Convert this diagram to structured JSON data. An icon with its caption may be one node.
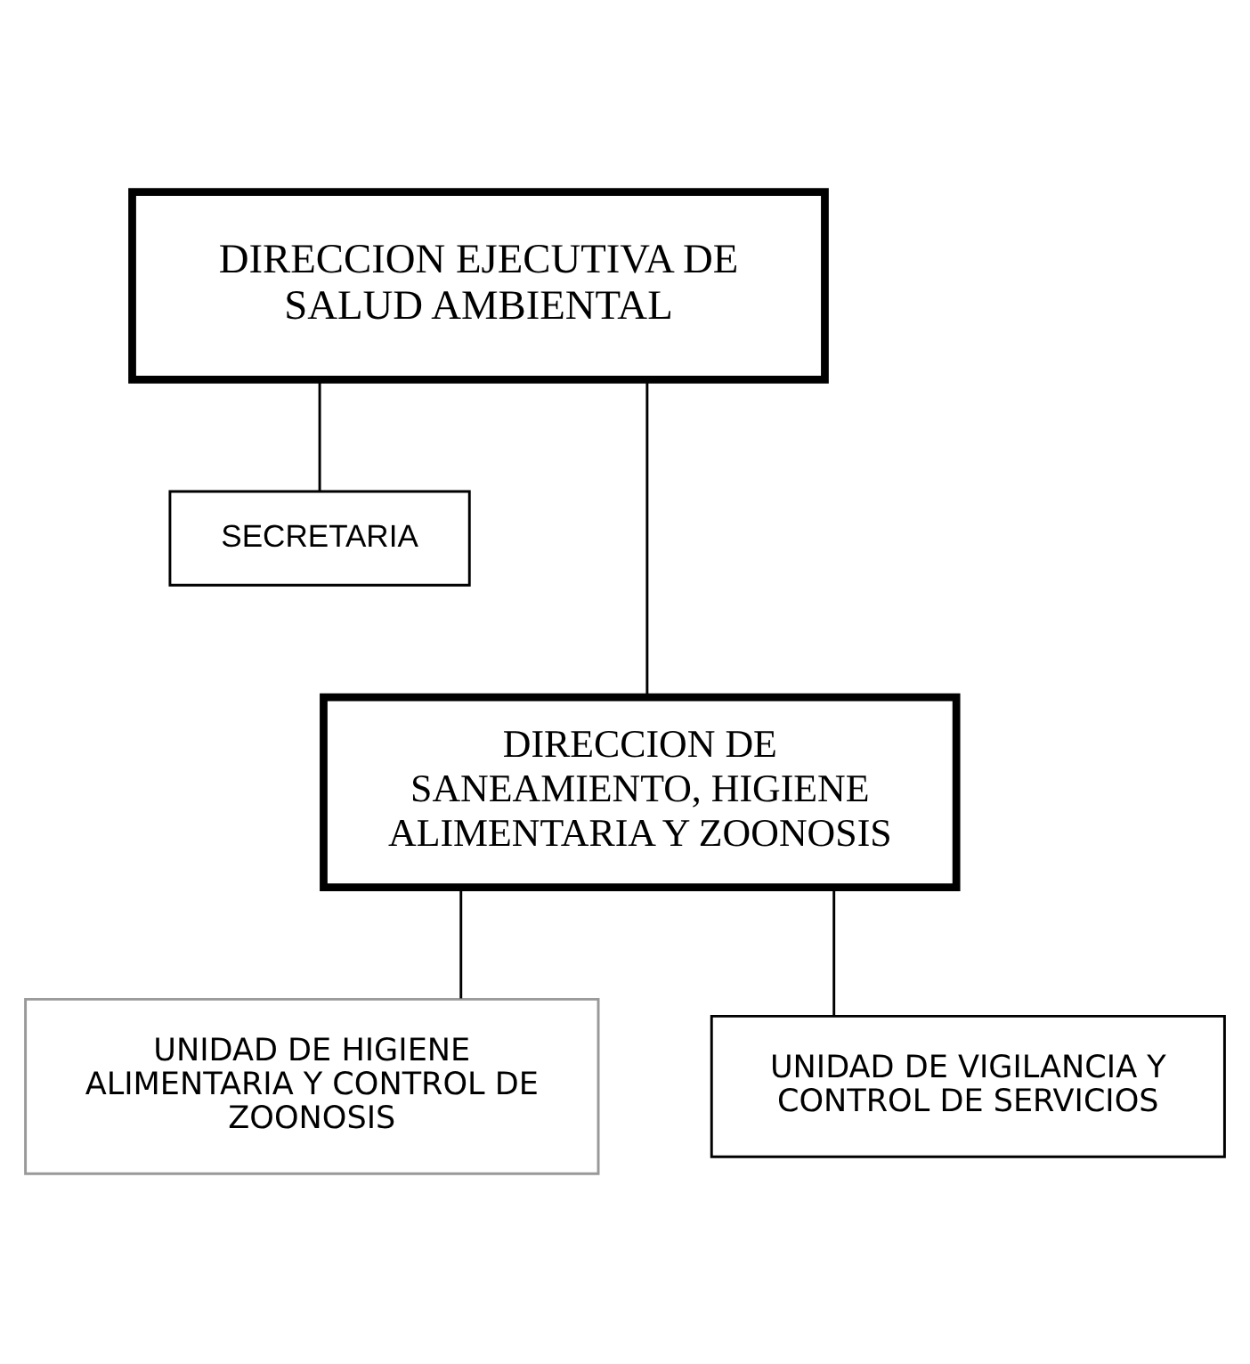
{
  "diagram": {
    "nodes": [
      {
        "text": [
          "DIRECCION EJECUTIVA DE SALUD AMBIENTAL"
        ]
      },
      {
        "text": [
          "SECRETARIA"
        ]
      },
      {
        "text": [
          "DIRECCION DE SANEAMIENTO, HIGIENE ALIMENTARIA Y ZOONOSIS"
        ]
      },
      {
        "text": [
          "UNIDAD DE HIGIENE ALIMENTARIA Y CONTROL DE ZOONOSIS"
        ]
      },
      {
        "text": [
          "UNIDAD DE VIGILANCIA Y CONTROL DE SERVICIOS"
        ]
      }
    ],
    "edges": [
      {
        "from": 0,
        "to": 1,
        "arrow": "none"
      },
      {
        "from": 0,
        "to": 2,
        "arrow": "none"
      },
      {
        "from": 2,
        "to": 3,
        "arrow": "none"
      },
      {
        "from": 2,
        "to": 4,
        "arrow": "none"
      }
    ]
  }
}
